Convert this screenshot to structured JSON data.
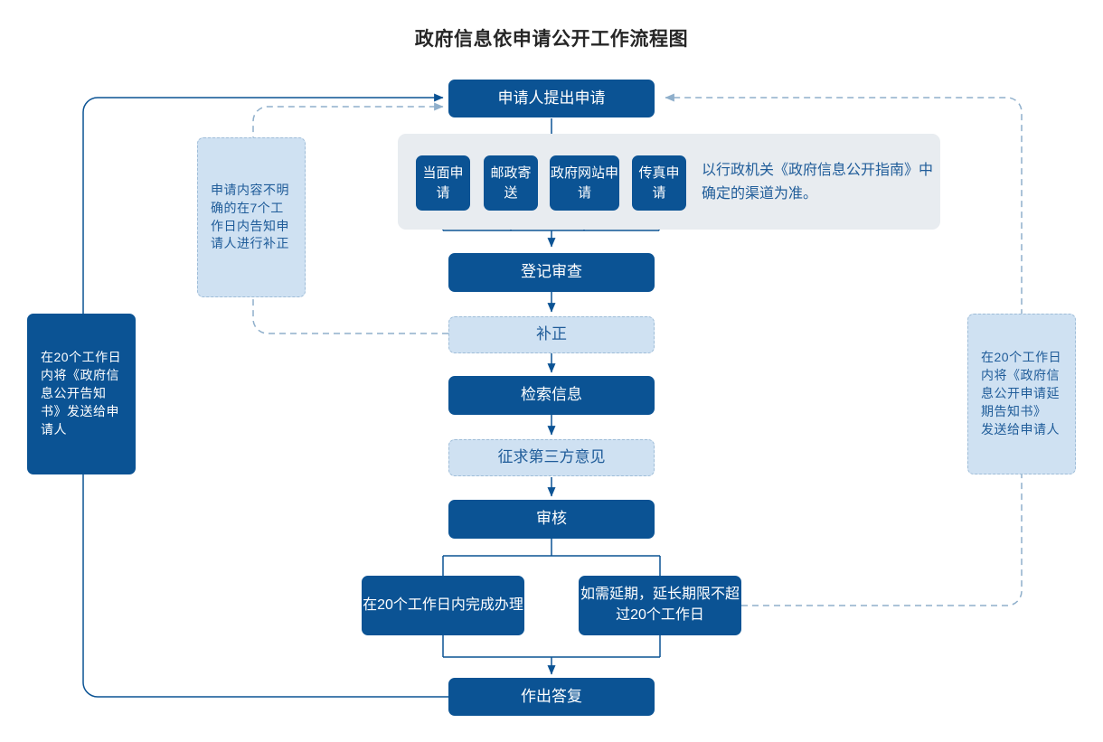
{
  "title": "政府信息依申请公开工作流程图",
  "colors": {
    "solid_fill": "#0B5394",
    "light_fill": "#CFE1F2",
    "panel_fill": "#E8ECF0",
    "solid_text": "#FFFFFF",
    "light_text": "#1F5C99",
    "line_solid": "#0B5394",
    "line_dashed": "#8FAFCB",
    "title_text": "#262626"
  },
  "flow": {
    "start": "申请人提出申请",
    "channels": [
      "当面申请",
      "邮政寄送",
      "政府网站申请",
      "传真申请"
    ],
    "channel_note": "以行政机关《政府信息公开指南》中确定的渠道为准。",
    "steps": [
      {
        "label": "登记审查",
        "style": "solid"
      },
      {
        "label": "补正",
        "style": "light"
      },
      {
        "label": "检索信息",
        "style": "solid"
      },
      {
        "label": "征求第三方意见",
        "style": "light"
      },
      {
        "label": "审核",
        "style": "solid"
      }
    ],
    "branch_left": "在20个工作日内完成办理",
    "branch_right": "如需延期，延长期限不超过20个工作日",
    "end": "作出答复"
  },
  "notes": {
    "left_dashed": "申请内容不明确的在7个工作日内告知申请人进行补正",
    "left_solid": "在20个工作日内将《政府信息公开告知书》发送给申请人",
    "right_dashed": "在20个工作日内将《政府信息公开申请延期告知书》 发送给申请人"
  }
}
